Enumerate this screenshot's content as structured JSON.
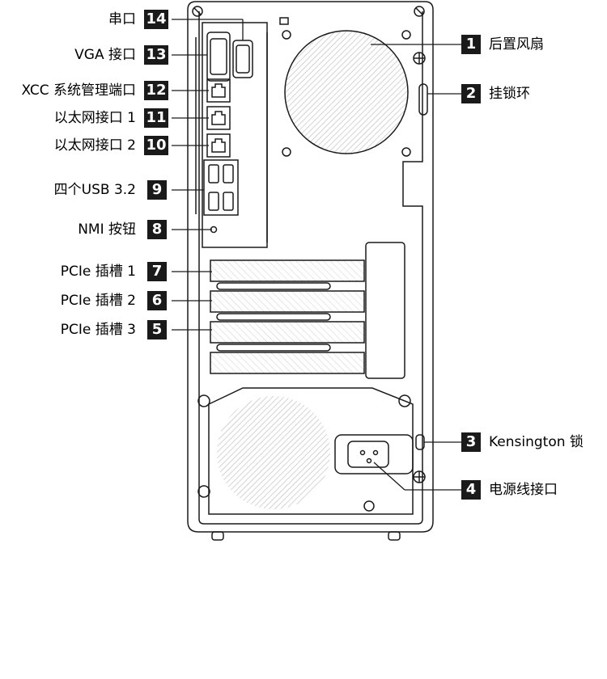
{
  "callouts": [
    {
      "number": "1",
      "label": "后置风扇"
    },
    {
      "number": "2",
      "label": "挂锁环"
    },
    {
      "number": "3",
      "label": "Kensington 锁"
    },
    {
      "number": "4",
      "label": "电源线接口"
    },
    {
      "number": "5",
      "label": "PCIe 插槽 3"
    },
    {
      "number": "6",
      "label": "PCIe 插槽 2"
    },
    {
      "number": "7",
      "label": "PCIe 插槽 1"
    },
    {
      "number": "8",
      "label": "NMI 按钮"
    },
    {
      "number": "9",
      "label": "四个USB 3.2"
    },
    {
      "number": "10",
      "label": "以太网接口 2"
    },
    {
      "number": "11",
      "label": "以太网接口 1"
    },
    {
      "number": "12",
      "label": "XCC 系统管理端口"
    },
    {
      "number": "13",
      "label": "VGA 接口"
    },
    {
      "number": "14",
      "label": "串口"
    }
  ],
  "colors": {
    "line": "#1a1a1a",
    "badge": "#1a1a1a",
    "hatch": "#bdbdbd"
  }
}
